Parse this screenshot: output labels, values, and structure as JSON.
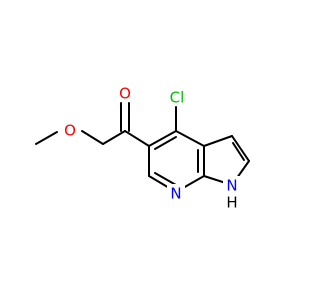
{
  "atoms": {
    "oxygen_carbonyl": "O",
    "oxygen_ether": "O",
    "chlorine": "Cl",
    "nitrogen_pyridine": "N",
    "nitrogen_pyrrole": "N",
    "hydrogen_pyrrole": "H"
  },
  "colors": {
    "bond": "#000000",
    "oxygen": "#ff0000",
    "nitrogen": "#0000ff",
    "chlorine": "#00c000",
    "hydrogen": "#000000"
  }
}
